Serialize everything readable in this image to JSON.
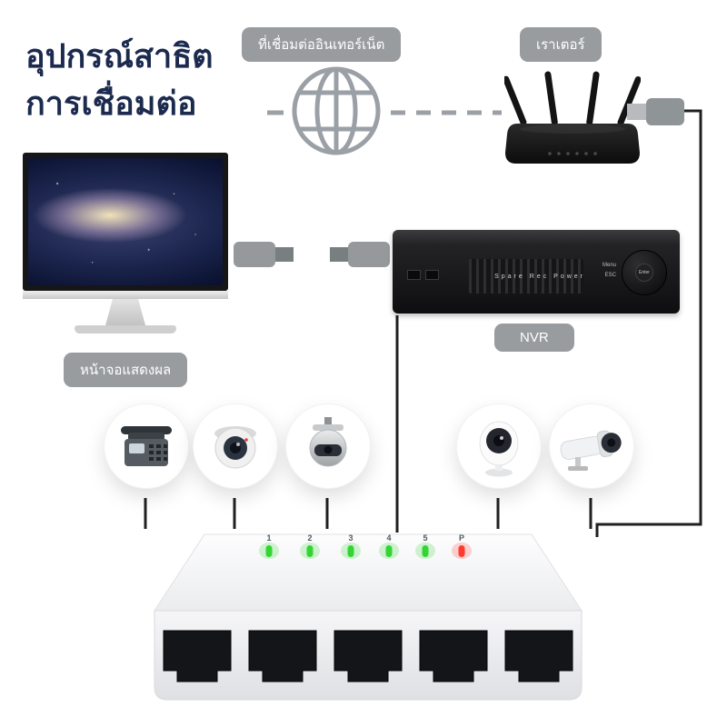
{
  "title": {
    "line1": "อุปกรณ์สาธิต",
    "line2": "การเชื่อมต่อ"
  },
  "badges": {
    "internet": "ที่เชื่อมต่ออินเทอร์เน็ต",
    "router": "เราเตอร์",
    "display": "หน้าจอแสดงผล",
    "nvr": "NVR"
  },
  "nvr_panel": {
    "status_labels": "Spare Rec Power",
    "menu_label": "Menu",
    "esc_label": "ESC",
    "enter_label": "Enter"
  },
  "devices": [
    {
      "name": "ip-phone"
    },
    {
      "name": "dome-camera"
    },
    {
      "name": "ptz-camera"
    },
    {
      "name": "wifi-camera"
    },
    {
      "name": "bullet-camera"
    }
  ],
  "switch": {
    "port_count": 5,
    "led_labels": [
      "1",
      "2",
      "3",
      "4",
      "5",
      "P"
    ],
    "led_colors": [
      "#35d435",
      "#35d435",
      "#35d435",
      "#35d435",
      "#35d435",
      "#ff3b30"
    ]
  },
  "colors": {
    "title": "#1b2a4e",
    "badge_bg": "#989c9f",
    "badge_text": "#ffffff",
    "line": "#202020",
    "globe": "#9aa0a6",
    "led_green": "#35d435",
    "led_red": "#ff3b30"
  }
}
